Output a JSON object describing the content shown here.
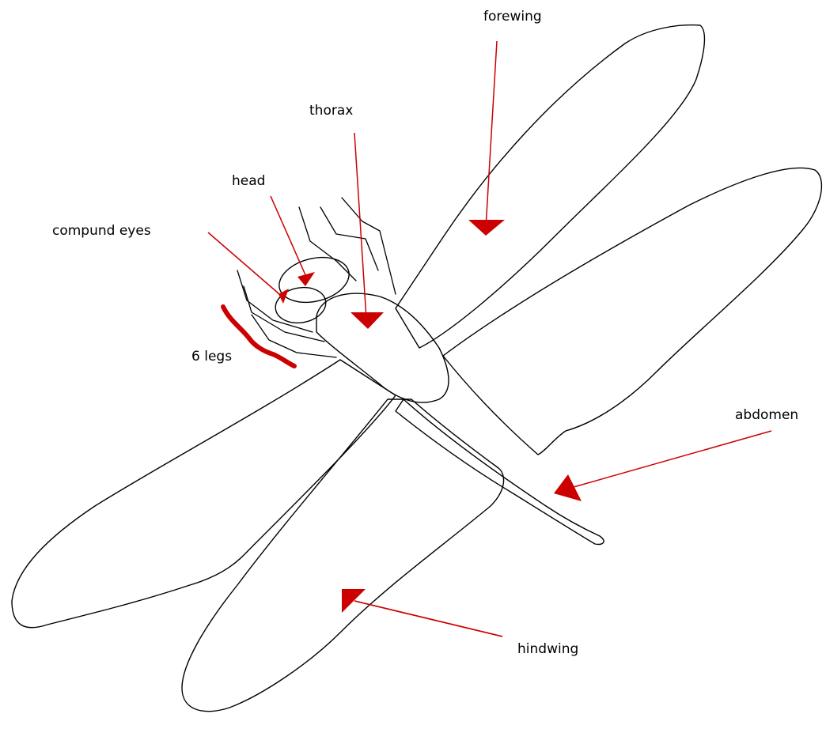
{
  "labels": {
    "forewing": "forewing",
    "thorax": "thorax",
    "head": "head",
    "compound_eyes": "compund eyes",
    "legs": "6 legs",
    "abdomen": "abdomen",
    "hindwing": "hindwing"
  },
  "colors": {
    "annotation": "#cc0000",
    "outline": "#000000",
    "background": "#ffffff"
  }
}
